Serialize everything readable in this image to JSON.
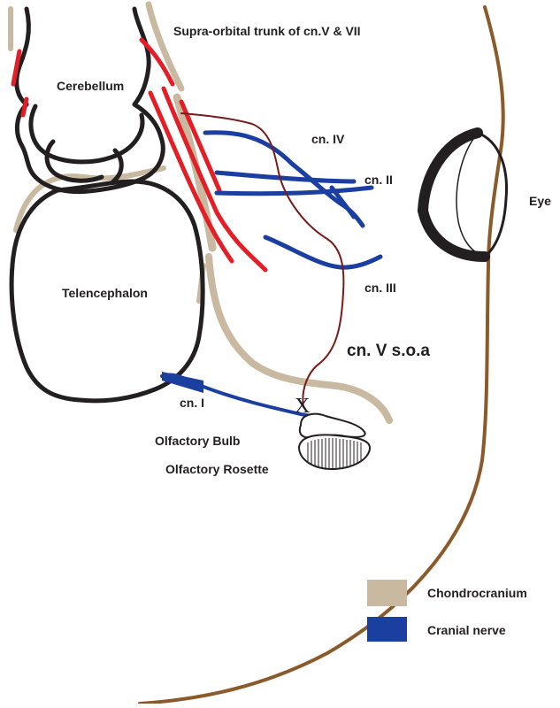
{
  "labels": {
    "supra_orbital": "Supra-orbital trunk of cn.V & VII",
    "cerebellum": "Cerebellum",
    "telencephalon": "Telencephalon",
    "eye": "Eye",
    "cn_iv": "cn. IV",
    "cn_ii": "cn. II",
    "cn_iii": "cn. III",
    "cn_v_soa": "cn. V s.o.a",
    "cn_i": "cn. I",
    "olfactory_bulb": "Olfactory Bulb",
    "olfactory_rosette": "Olfactory Rosette",
    "x_mark": "X"
  },
  "legend": {
    "items": [
      {
        "label": "Chondrocranium",
        "color": "#c8b9a0"
      },
      {
        "label": "Cranial nerve",
        "color": "#1b3fa0"
      }
    ]
  },
  "colors": {
    "chondrocranium": "#c8b9a0",
    "cranial_nerve": "#1b3fa0",
    "red_trunk": "#e41e26",
    "soa_nerve": "#7a1a1a",
    "outline": "#231f20",
    "head_outline": "#8b5a2b"
  }
}
